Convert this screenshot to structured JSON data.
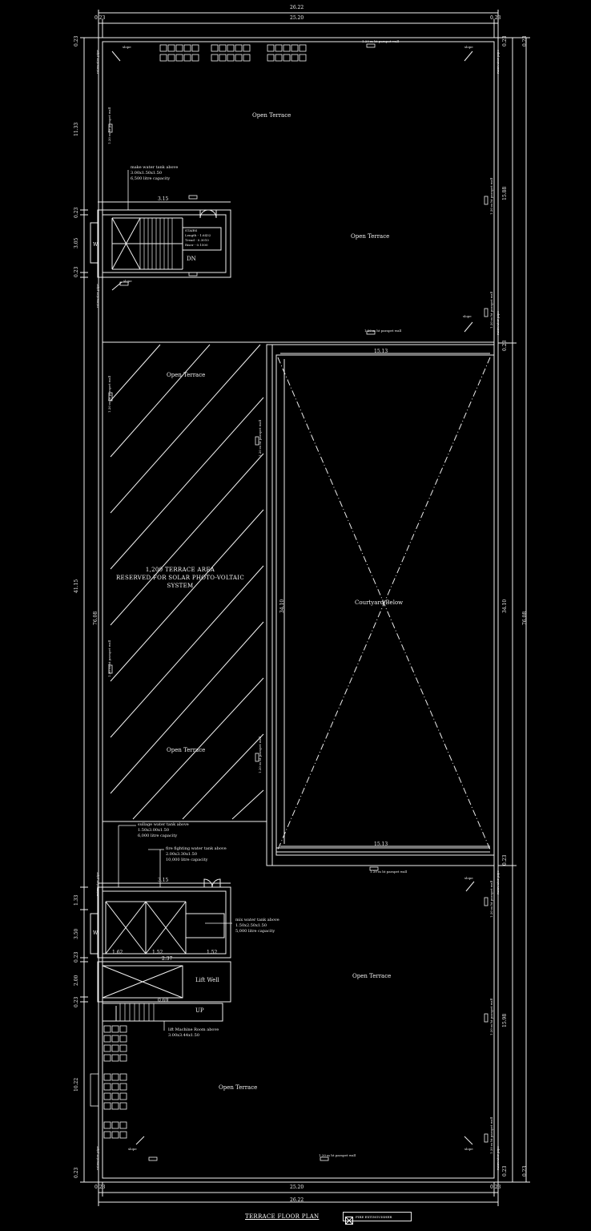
{
  "dimensions": {
    "overall_width": "26.22",
    "inner_width": "25.20",
    "wall": "0.23",
    "overall_length": "76.08",
    "left_length_a": "11.33",
    "left_stair_a": "0.23",
    "left_stair_b": "3.05",
    "left_stair_c": "0.23",
    "left_middle": "41.15",
    "left_stair_d": "1.33",
    "left_stair_e": "3.50",
    "left_stair_f": "0.23",
    "left_stair_g": "2.00",
    "left_stair_h": "0.23",
    "left_bottom": "10.22",
    "right_top": "15.88",
    "right_courtyard": "34.10",
    "right_bottom": "15.98",
    "courtyard_top_width": "15.13",
    "courtyard_bottom_width": "15.13",
    "courtyard_side": "34.10",
    "stair_a_width": "3.15",
    "stair_b_width": "3.15",
    "lift_width": "2.37",
    "lift_depth": "0.69",
    "stair_b_small": "1.62",
    "stair_b_small_2": "1.52"
  },
  "labels": {
    "open_terrace": "Open Terrace",
    "courtyard_below": "Courtyard Below",
    "lift_well": "Lift Well",
    "dn": "DN",
    "up": "UP",
    "slope": "slope",
    "rainwater_pipe": "rainwater pipe",
    "rainwater_pipe_2": "rainwater pipe",
    "parapet": "1.20 m ht parapet wall",
    "w": "W"
  },
  "solar_area": {
    "line1": "1,200 TERRACE AREA",
    "line2": "RESERVED FOR SOLAR PHOTO-VOLTAIC",
    "line3": "SYSTEM"
  },
  "notes": {
    "tank_top": {
      "line1": "make water tank above",
      "line2": "3.00x1.50x1.50",
      "line3": "6,500 litre capacity"
    },
    "stairs_a": {
      "line1": "STAIRS",
      "line2": "Length - 1.6432",
      "line3": "Tread - 0.3010",
      "line4": "Riser - 0.1500"
    },
    "tank_sullage": {
      "line1": "sullage water tank above",
      "line2": "1.50x3.00x1.50",
      "line3": "6,000 litre capacity"
    },
    "tank_fire": {
      "line1": "fire fighting water tank above",
      "line2": "2.00x3.30x1.50",
      "line3": "10,000 litre capacity"
    },
    "tank_mix": {
      "line1": "mix water tank above",
      "line2": "1.50x2.50x1.50",
      "line3": "5,000 litre capacity"
    },
    "lift_machine": {
      "line1": "lift Machine Room above",
      "line2": "3.00x3.44x1.50"
    }
  },
  "title": "TERRACE FLOOR PLAN",
  "legend": "FIRE EXTINGUISHER",
  "colors": {
    "line": "#f2f2f2",
    "background": "#000000",
    "hatch": "#ffffff"
  }
}
